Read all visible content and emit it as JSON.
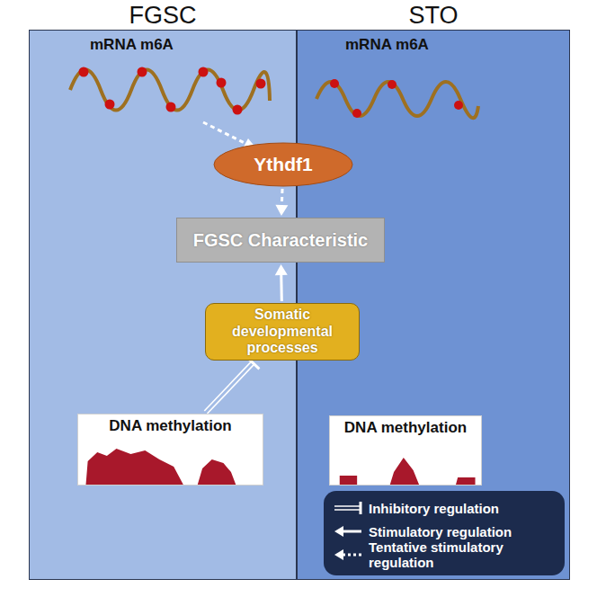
{
  "diagram": {
    "nodes": [
      {
        "text": [
          "FGSC"
        ]
      },
      {
        "text": [
          "STO"
        ]
      },
      {
        "text": [
          "Ythdf1"
        ]
      },
      {
        "text": [
          "FGSC Characteristic"
        ]
      },
      {
        "text": [
          "Somatic developmental processes"
        ]
      },
      {
        "text": [
          "DNA methylation"
        ],
        "in": 0
      },
      {
        "text": [
          "DNA methylation"
        ],
        "in": 1
      }
    ],
    "edges": [
      {
        "from": 2,
        "to": 3,
        "arrow": "to"
      },
      {
        "from": 4,
        "to": 3,
        "arrow": "to"
      },
      {
        "from": 5,
        "to": 4,
        "arrow": "to"
      }
    ],
    "labels": [
      "mRNA m6A",
      "mRNA m6A"
    ],
    "legend": [
      {
        "text": "Inhibitory regulation"
      },
      {
        "text": "Stimulatory regulation"
      },
      {
        "text": "Tentative stimulatory regulation"
      }
    ]
  }
}
